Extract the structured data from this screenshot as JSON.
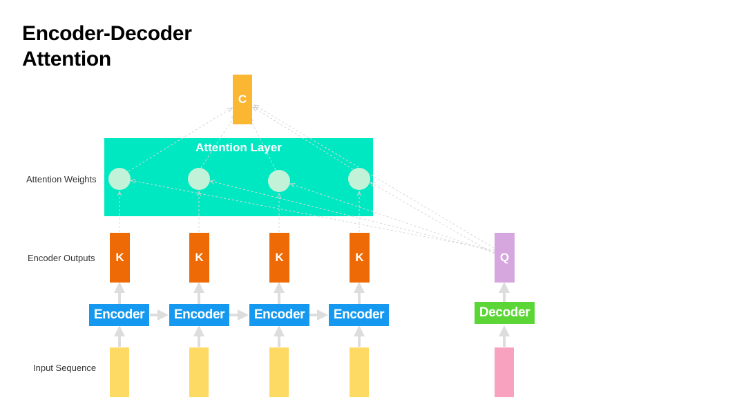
{
  "title": {
    "line1": "Encoder-Decoder",
    "line2": "Attention"
  },
  "row_labels": {
    "attention_weights": "Attention Weights",
    "encoder_outputs": "Encoder Outputs",
    "input_sequence": "Input Sequence"
  },
  "context": {
    "label": "C"
  },
  "attention_layer": {
    "label": "Attention Layer"
  },
  "keys": [
    "K",
    "K",
    "K",
    "K"
  ],
  "encoders": [
    "Encoder",
    "Encoder",
    "Encoder",
    "Encoder"
  ],
  "query": {
    "label": "Q"
  },
  "decoder": {
    "label": "Decoder"
  },
  "colors": {
    "context": "#FBB731",
    "attention_layer": "#00E8C2",
    "weight_circle": "#C2F3D9",
    "key": "#EE6A06",
    "encoder": "#1599F0",
    "query": "#D6A6DE",
    "decoder": "#5BD636",
    "input": "#FDDA64",
    "decoder_input": "#F8A2C0",
    "arrow": "#DDDDDD"
  }
}
